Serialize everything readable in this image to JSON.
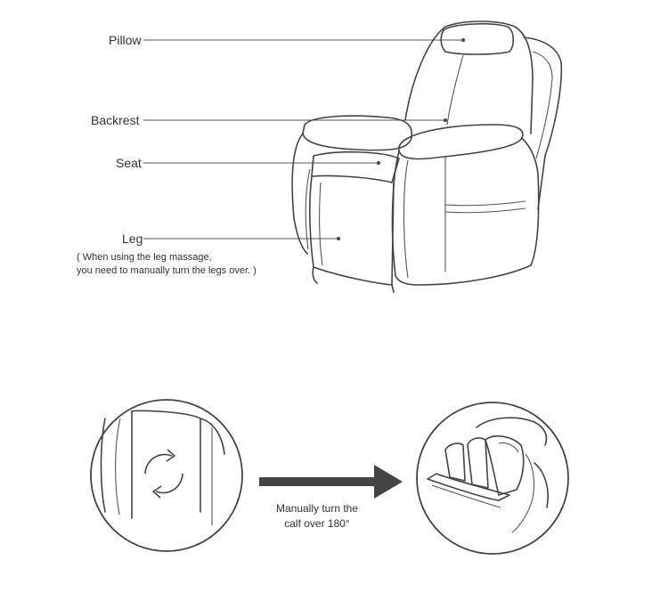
{
  "labels": {
    "pillow": "Pillow",
    "backrest": "Backrest",
    "seat": "Seat",
    "leg": "Leg"
  },
  "leg_note": {
    "line1": "( When using the leg massage,",
    "line2": "you need to manually turn the legs over. )"
  },
  "caption": {
    "line1": "Manually turn the",
    "line2": "calf over 180°"
  },
  "icons": {
    "rotate": "rotate-arrows-icon",
    "arrow": "right-arrow-icon"
  },
  "colors": {
    "line": "#444444",
    "arrow": "#444444"
  }
}
